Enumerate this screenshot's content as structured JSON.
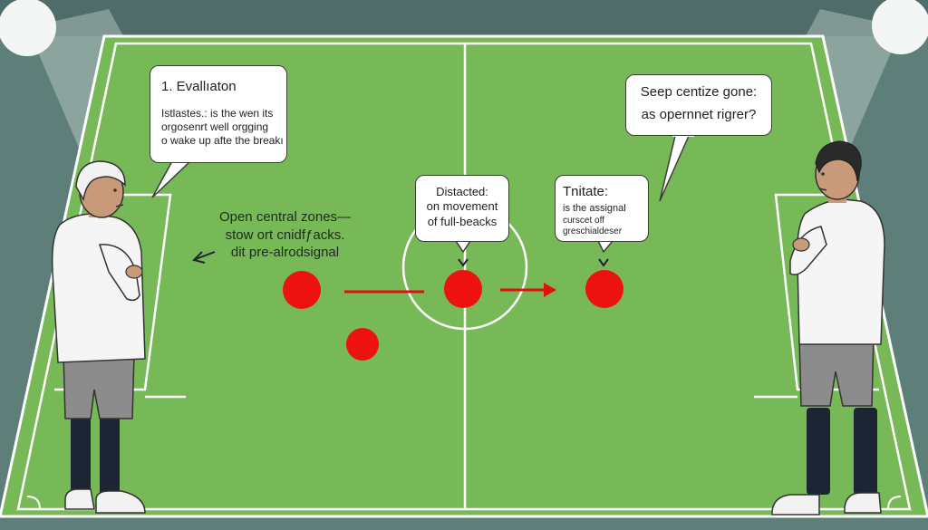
{
  "colors": {
    "grass": "#78b957",
    "grass_dark": "#6aab4b",
    "line": "#ffffff",
    "player": "#ee1111",
    "arrow": "#e01010",
    "shirt": "#f5f5f5",
    "shorts": "#8c8c8c",
    "socks": "#1d2433"
  },
  "bubbles": {
    "left": {
      "title": "1. Evallıaton",
      "lines": [
        "Istlastes.: is the wen its",
        "orgosenrt well orgging",
        "o wake up afte the breakı"
      ]
    },
    "right": {
      "lines": [
        "Seep centize gone:",
        "as opernnet rigrer?"
      ]
    },
    "middle": {
      "lines": [
        "Distacted:",
        "on movement",
        "of full-beacks"
      ]
    },
    "tri": {
      "title": "Tnitate:",
      "lines": [
        "is the assignal",
        "curscet off",
        "greschialdeser"
      ]
    }
  },
  "annotation": {
    "lines": [
      "Open central zones—",
      "stow ort cnidfƒacks.",
      "dit pre-alrodsignal"
    ]
  }
}
